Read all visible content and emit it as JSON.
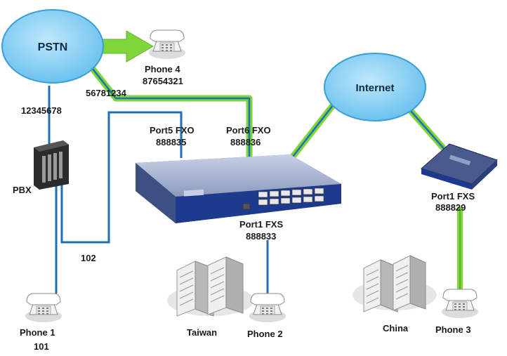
{
  "colors": {
    "cloud_fill": "#8fd3f5",
    "cloud_stroke": "#3a9ed8",
    "line_blue": "#1f6fb8",
    "line_green": "#7fd63a",
    "device_body": "#6f80a8",
    "device_front": "#1e3a8c"
  },
  "nodes": {
    "pstn": "PSTN",
    "internet": "Internet",
    "pbx": "PBX",
    "taiwan": "Taiwan",
    "china": "China"
  },
  "phones": {
    "phone1": {
      "name": "Phone 1",
      "number": "101"
    },
    "phone2": {
      "name": "Phone 2"
    },
    "phone3": {
      "name": "Phone 3"
    },
    "phone4": {
      "name": "Phone 4",
      "number": "87654321"
    }
  },
  "links": {
    "pstn_pbx_number": "12345678",
    "pstn_port6_number": "56781234",
    "pbx_port5_number": "102"
  },
  "ports": {
    "port5": {
      "name": "Port5 FXO",
      "number": "888835"
    },
    "port6": {
      "name": "Port6 FXO",
      "number": "888836"
    },
    "port1_taiwan": {
      "name": "Port1 FXS",
      "number": "888833"
    },
    "port1_china": {
      "name": "Port1 FXS",
      "number": "888829"
    }
  }
}
